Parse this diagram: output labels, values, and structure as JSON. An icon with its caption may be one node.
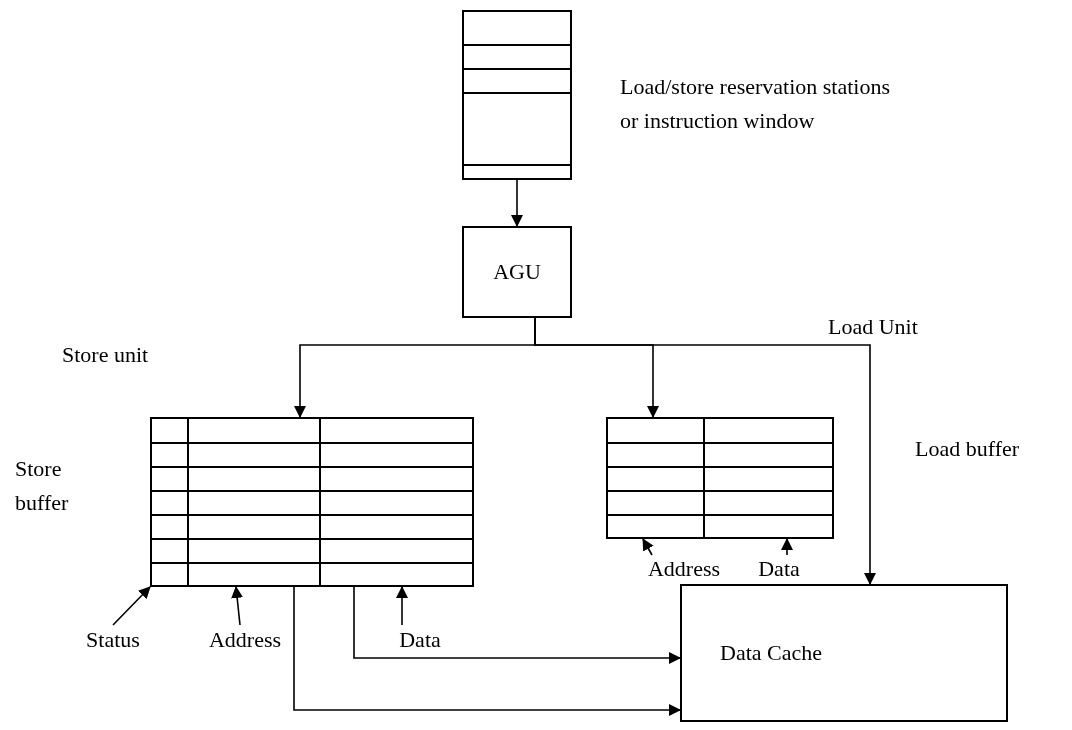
{
  "diagram": {
    "nodes": [
      {
        "text": [],
        "shape": "box",
        "beside": [
          "Load/store reservation stations or instruction window"
        ]
      },
      {
        "text": [
          "AGU"
        ]
      },
      {
        "text": [],
        "shape": "box",
        "beside": [
          "Store buffer"
        ]
      },
      {
        "text": [],
        "shape": "box",
        "beside": [
          "Load buffer"
        ]
      },
      {
        "text": [
          "Data Cache"
        ]
      },
      {
        "text": [
          "Status"
        ]
      },
      {
        "text": [
          "Address"
        ]
      },
      {
        "text": [
          "Data"
        ]
      },
      {
        "text": [
          "Address"
        ]
      },
      {
        "text": [
          "Data"
        ]
      }
    ],
    "edges": [
      {
        "from": 0,
        "to": 1,
        "arrow": "to"
      },
      {
        "from": 1,
        "to": 2,
        "arrow": "to"
      },
      {
        "from": 1,
        "to": 3,
        "arrow": "to"
      },
      {
        "from": 1,
        "to": 4,
        "arrow": "to"
      },
      {
        "from": 2,
        "to": 4,
        "arrow": "to"
      },
      {
        "from": 2,
        "to": 4,
        "arrow": "to"
      },
      {
        "from": 5,
        "to": 2,
        "arrow": "to"
      },
      {
        "from": 6,
        "to": 2,
        "arrow": "to"
      },
      {
        "from": 7,
        "to": 2,
        "arrow": "to"
      },
      {
        "from": 8,
        "to": 3,
        "arrow": "to"
      },
      {
        "from": 9,
        "to": 3,
        "arrow": "to"
      }
    ],
    "labels": [
      "Store unit",
      "Load Unit"
    ]
  }
}
